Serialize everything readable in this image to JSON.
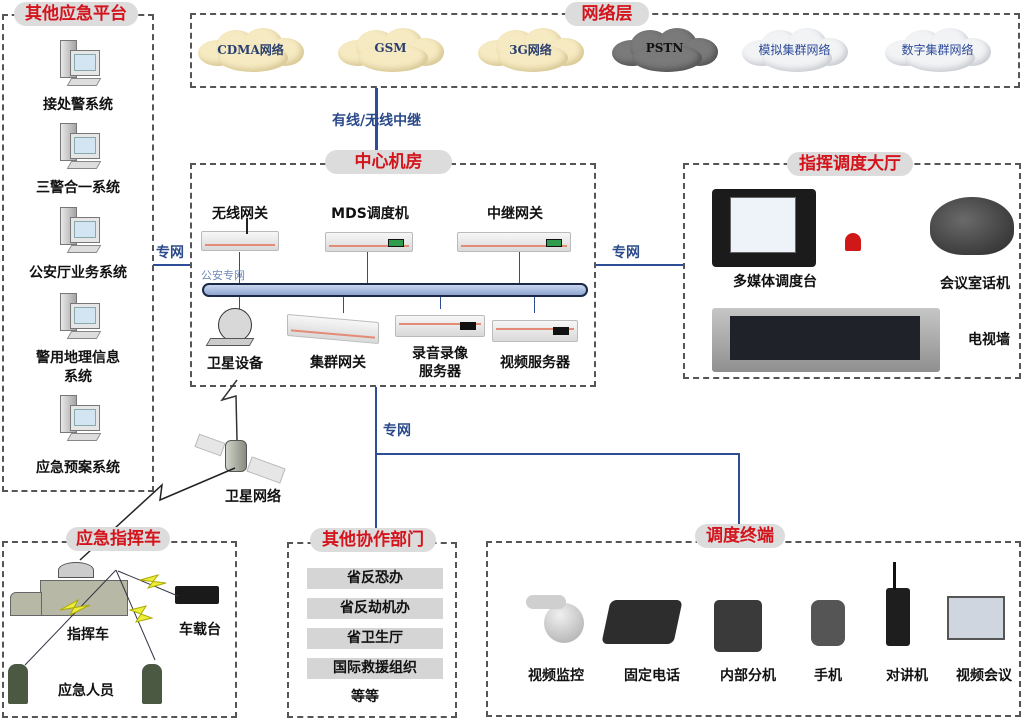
{
  "sections": {
    "other_platforms": {
      "title": "其他应急平台",
      "systems": [
        "接处警系统",
        "三警合一系统",
        "公安厅业务系统",
        "警用地理信息",
        "系统",
        "应急预案系统"
      ]
    },
    "network_layer": {
      "title": "网络层",
      "clouds": [
        {
          "label": "CDMA网络",
          "style": "yellow"
        },
        {
          "label": "GSM",
          "style": "yellow"
        },
        {
          "label": "3G网络",
          "style": "yellow"
        },
        {
          "label": "PSTN",
          "style": "gray"
        },
        {
          "label": "模拟集群网络",
          "style": "white"
        },
        {
          "label": "数字集群网络",
          "style": "white"
        }
      ]
    },
    "trunk_label": "有线/无线中继",
    "center_room": {
      "title": "中心机房",
      "bus_label": "公安专网",
      "top_devices": [
        "无线网关",
        "MDS调度机",
        "中继网关"
      ],
      "bottom_devices": [
        "卫星设备",
        "集群网关",
        "录音录像",
        "服务器",
        "视频服务器"
      ]
    },
    "command_hall": {
      "title": "指挥调度大厅",
      "devices": [
        "多媒体调度台",
        "会议室话机",
        "电视墙"
      ]
    },
    "links": {
      "left": "专网",
      "right": "专网",
      "down": "专网"
    },
    "satellite": {
      "label": "卫星网络"
    },
    "command_vehicle": {
      "title": "应急指挥车",
      "labels": {
        "vehicle": "指挥车",
        "radio": "车载台",
        "personnel": "应急人员"
      }
    },
    "other_departments": {
      "title": "其他协作部门",
      "items": [
        "省反恐办",
        "省反劫机办",
        "省卫生厅",
        "国际救援组织"
      ],
      "footer": "等等"
    },
    "terminals": {
      "title": "调度终端",
      "items": [
        "视频监控",
        "固定电话",
        "内部分机",
        "手机",
        "对讲机",
        "视频会议"
      ]
    }
  },
  "colors": {
    "title_red": "#d4141c",
    "line_blue": "#2e4d96",
    "pill_gray": "#dcdcdc"
  }
}
